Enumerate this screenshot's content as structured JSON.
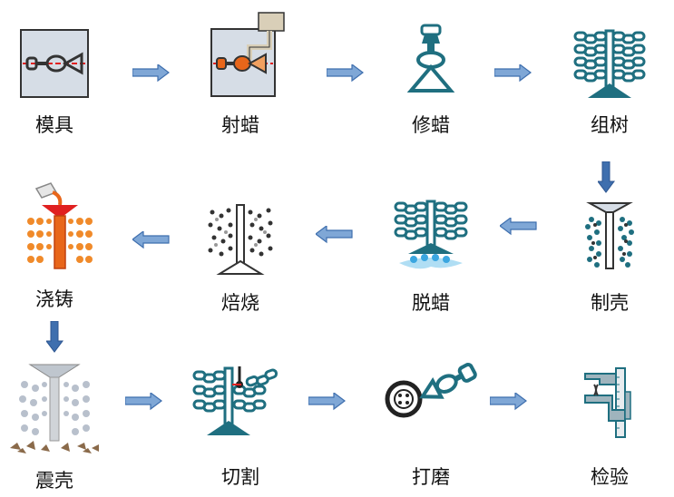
{
  "steps": [
    {
      "label": "模具"
    },
    {
      "label": "射蜡"
    },
    {
      "label": "修蜡"
    },
    {
      "label": "组树"
    },
    {
      "label": "制壳"
    },
    {
      "label": "脱蜡"
    },
    {
      "label": "焙烧"
    },
    {
      "label": "浇铸"
    },
    {
      "label": "震壳"
    },
    {
      "label": "切割"
    },
    {
      "label": "打磨"
    },
    {
      "label": "检验"
    }
  ],
  "colors": {
    "teal": "#1f6f80",
    "arrow_fill": "#7fa7d6",
    "arrow_stroke": "#3f6fae",
    "mold_bg": "#d6dde6",
    "red_line": "#e02020",
    "orange": "#e8661a",
    "water": "#3aa6e0"
  }
}
